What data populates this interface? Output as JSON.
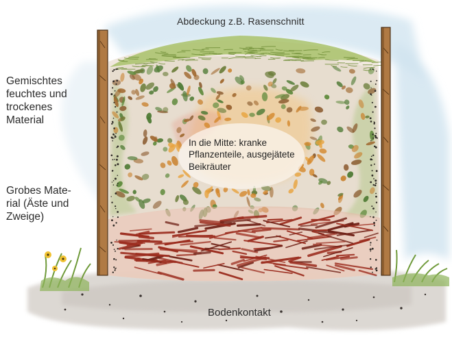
{
  "diagram": {
    "labels": {
      "top_cover": "Abdeckung z.B. Rasenschnitt",
      "mixed_material": "Gemischtes\nfeuchtes und\ntrockenes\nMaterial",
      "coarse_material": "Grobes Mate-\nrial (Äste und\nZweige)",
      "center": "In die Mitte: kranke\nPflanzenteile, ausgejätete\nBeikräuter",
      "ground": "Bodenkontakt"
    },
    "colors": {
      "sky": "#cfe3ef",
      "grass_cover": "#8fae4a",
      "leaf_green": "#5f8a3c",
      "leaf_brown": "#8a5a2e",
      "center_orange": "#e8a23c",
      "twig_red": "#9b2c1e",
      "post_brown": "#9a6a3a",
      "ground_grey": "#d9d4cf"
    }
  }
}
